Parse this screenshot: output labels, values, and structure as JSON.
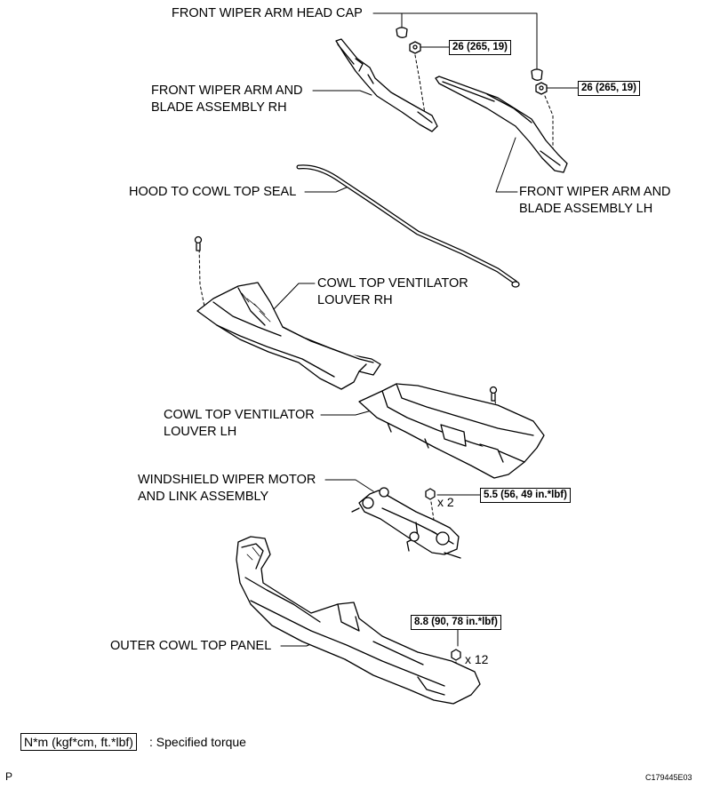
{
  "labels": {
    "head_cap": "FRONT WIPER ARM HEAD CAP",
    "arm_rh_1": "FRONT WIPER ARM AND",
    "arm_rh_2": "BLADE ASSEMBLY RH",
    "arm_lh_1": "FRONT WIPER ARM AND",
    "arm_lh_2": "BLADE ASSEMBLY LH",
    "seal": "HOOD TO COWL TOP SEAL",
    "louver_rh_1": "COWL TOP VENTILATOR",
    "louver_rh_2": "LOUVER RH",
    "louver_lh_1": "COWL TOP VENTILATOR",
    "louver_lh_2": "LOUVER LH",
    "motor_1": "WINDSHIELD WIPER MOTOR",
    "motor_2": "AND LINK ASSEMBLY",
    "outer_panel": "OUTER COWL TOP PANEL"
  },
  "torques": {
    "arm_rh_nut": "26 (265, 19)",
    "arm_lh_nut": "26 (265, 19)",
    "motor_bolt": "5.5 (56, 49 in.*lbf)",
    "panel_bolt": "8.8 (90, 78 in.*lbf)"
  },
  "quantities": {
    "motor_bolt": "x 2",
    "panel_bolt": "x 12"
  },
  "legend": {
    "unit_box": "N*m (kgf*cm, ft.*lbf)",
    "text": ": Specified torque"
  },
  "footer": {
    "page_marker": "P",
    "figure_code": "C179445E03"
  }
}
